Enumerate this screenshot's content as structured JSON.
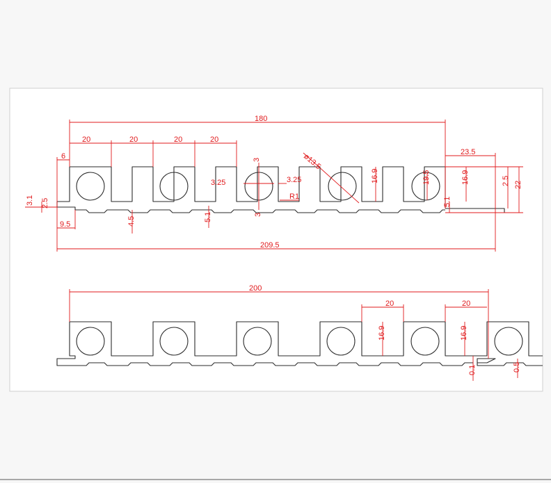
{
  "colors": {
    "dimension": "#e0191b",
    "outline": "#2a2a2a",
    "paper": "#ffffff",
    "background": "#f7f7f7"
  },
  "top_profile": {
    "overall_span": "180",
    "pitch_1": "20",
    "pitch_2": "20",
    "pitch_3": "20",
    "pitch_4": "20",
    "edge_6": "6",
    "wall_3": "3",
    "left_offset": "3.25",
    "right_offset": "3.25",
    "hole_diameter": "ø13.5",
    "radius": "R1",
    "cell_height_a": "16.9",
    "hole_height": "19.5",
    "cell_height_b": "16.9",
    "end_width": "23.5",
    "thickness_2_5": "2.5",
    "total_height": "22",
    "lip_3_1": "3.1",
    "lip_2_5": "2.5",
    "lip_9_5": "9.5",
    "groove_4_5": "4.5",
    "groove_5_1": "5.1",
    "groove_3": "3",
    "end_5_1": "5.1",
    "total_length": "209.5"
  },
  "bottom_profile": {
    "overall_span": "200",
    "pitch_a": "20",
    "pitch_b": "20",
    "height_a": "16.9",
    "height_b": "16.9",
    "gap_0_1": "0.1",
    "gap_0_5": "0.5"
  }
}
